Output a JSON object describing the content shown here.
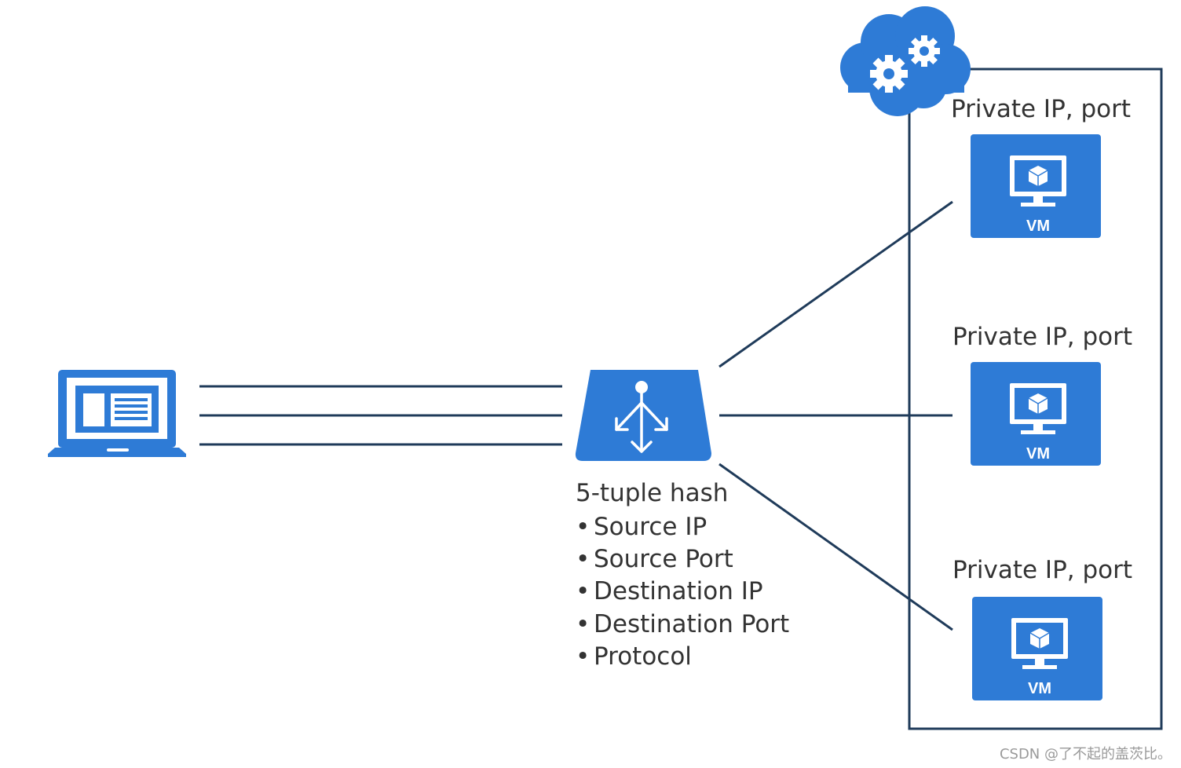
{
  "colors": {
    "primary_blue": "#2e7bd6",
    "line_navy": "#1f3b5a",
    "text": "#333333"
  },
  "nodes": {
    "client": {
      "icon": "laptop-icon"
    },
    "load_balancer": {
      "icon": "load-balancer-icon"
    },
    "cloud": {
      "icon": "cloud-gears-icon"
    },
    "vms": [
      {
        "label": "Private IP, port",
        "tag": "VM",
        "icon": "vm-monitor-icon"
      },
      {
        "label": "Private IP, port",
        "tag": "VM",
        "icon": "vm-monitor-icon"
      },
      {
        "label": "Private IP, port",
        "tag": "VM",
        "icon": "vm-monitor-icon"
      }
    ]
  },
  "hash": {
    "title": "5-tuple hash",
    "items": [
      "Source IP",
      "Source Port",
      "Destination IP",
      "Destination Port",
      "Protocol"
    ]
  },
  "watermark": "CSDN @了不起的盖茨比。"
}
